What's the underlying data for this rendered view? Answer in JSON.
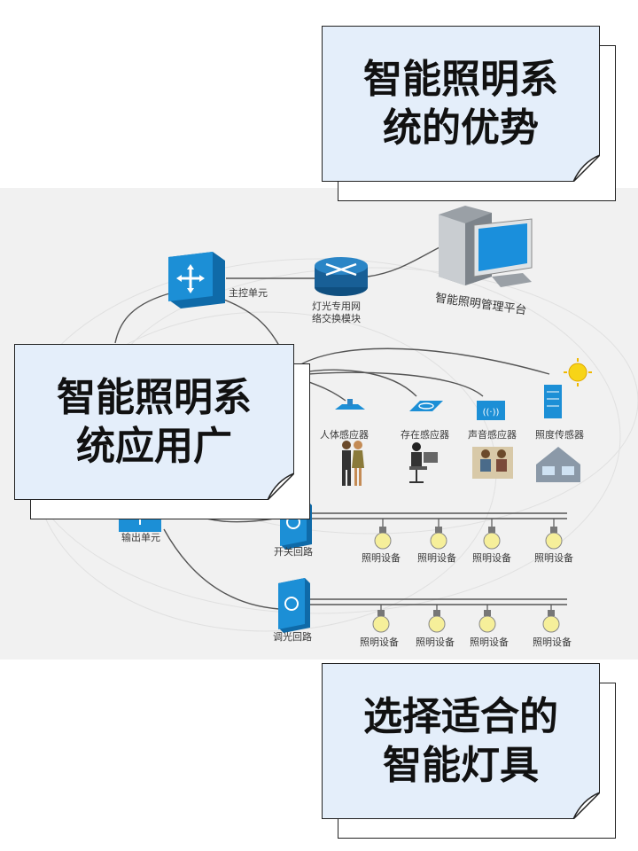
{
  "notes": {
    "top": {
      "line1": "智能照明系",
      "line2": "统的优势"
    },
    "middle": {
      "line1": "智能照明系",
      "line2": "统应用广"
    },
    "bottom": {
      "line1": "选择适合的",
      "line2": "智能灯具"
    }
  },
  "diagram": {
    "main_control": "主控单元",
    "network_module_line1": "灯光专用网",
    "network_module_line2": "络交换模块",
    "platform": "智能照明管理平台",
    "sensors": [
      "人体感应器",
      "存在感应器",
      "声音感应器",
      "照度传感器"
    ],
    "output_unit": "输出单元",
    "switch_circuit": "开关回路",
    "dimming_circuit": "调光回路",
    "lighting_device": "照明设备"
  },
  "colors": {
    "note_fill": "#e4eefa",
    "device_blue": "#1c8fd6",
    "background": "#f1f1f1"
  }
}
